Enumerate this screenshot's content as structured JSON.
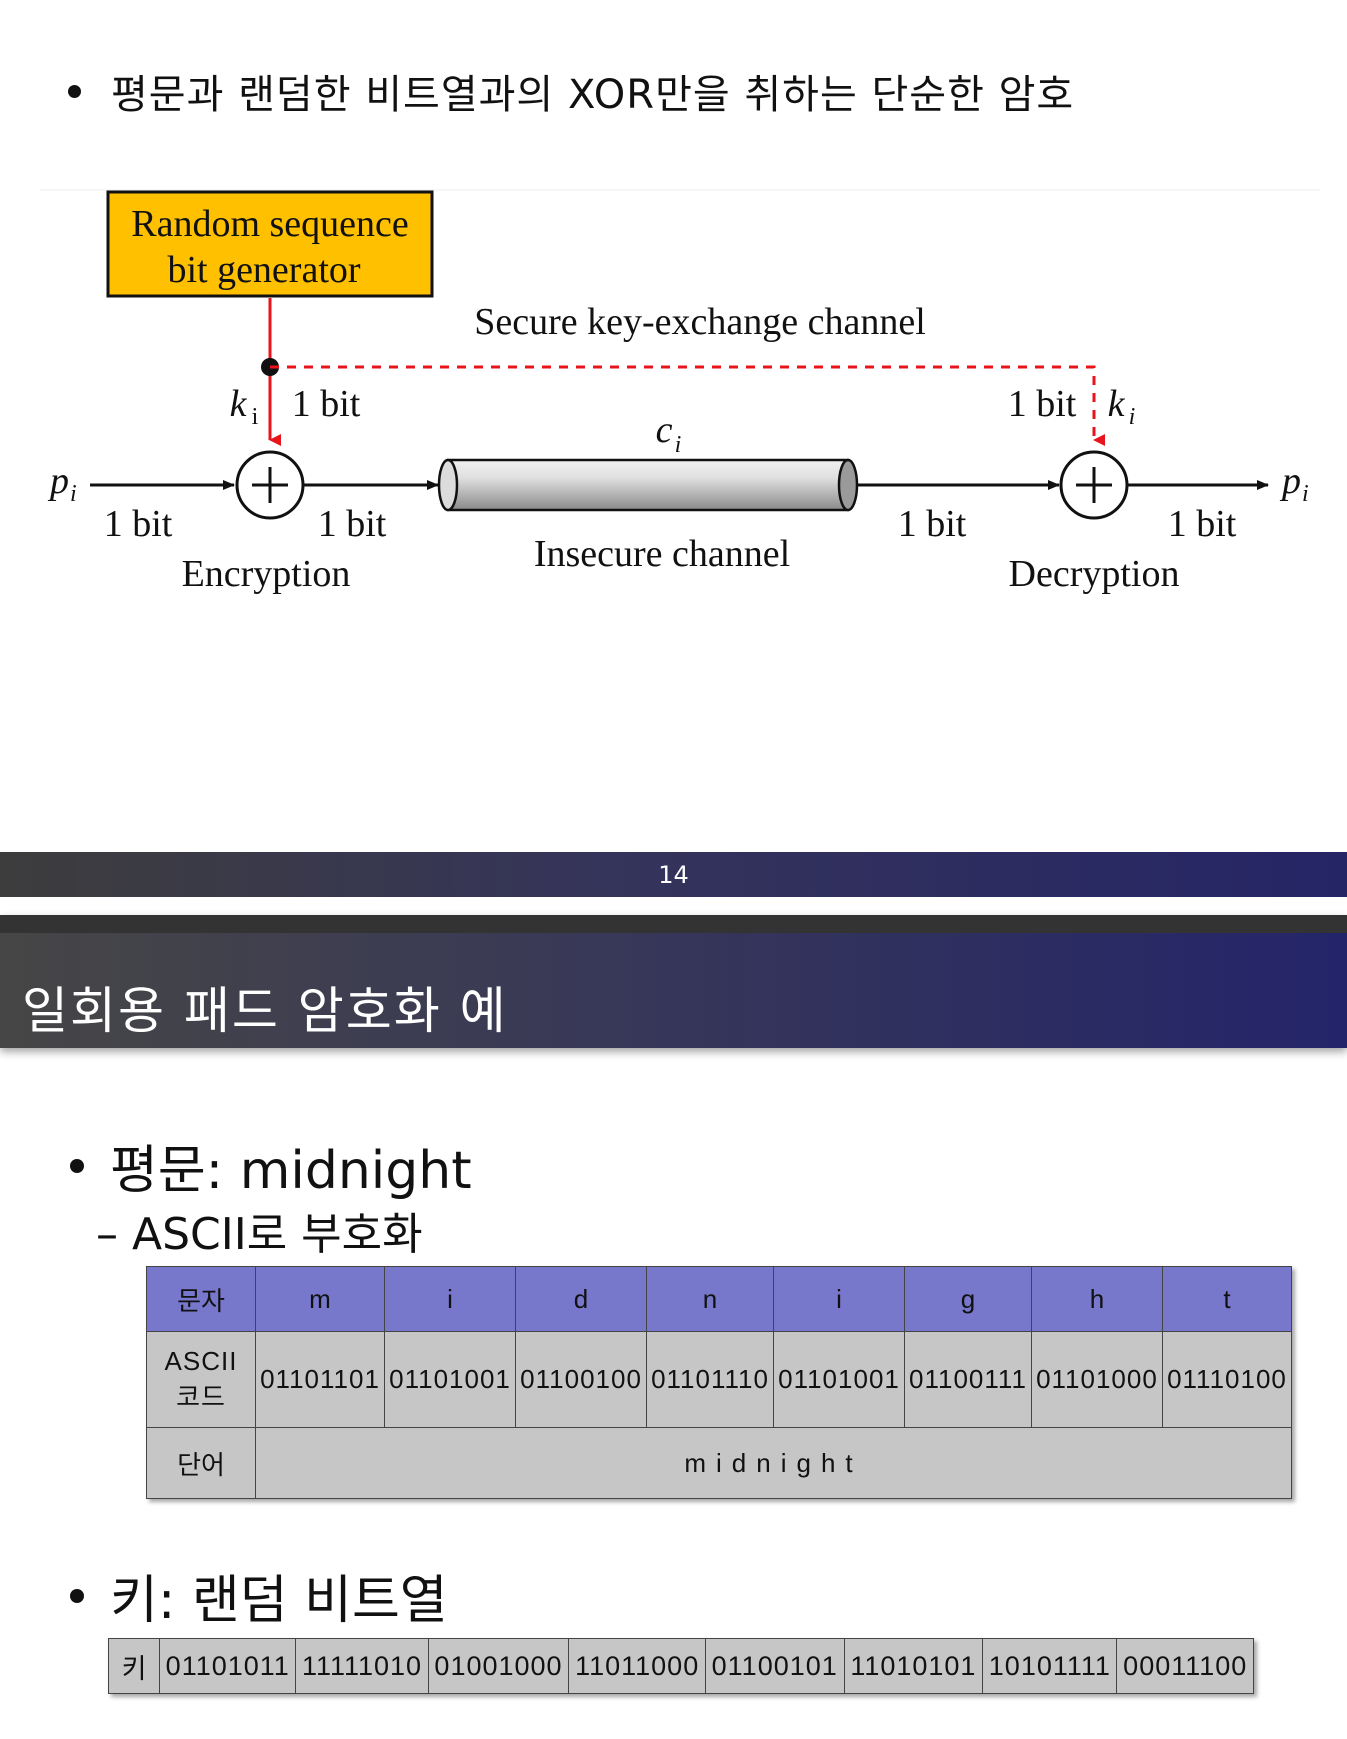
{
  "slide14": {
    "bullet": "평문과 랜덤한 비트열과의 XOR만을 취하는 단순한 암호",
    "diagram": {
      "generator_line1": "Random sequence",
      "generator_line2": "bit generator",
      "secure_channel": "Secure key-exchange channel",
      "insecure_channel": "Insecure channel",
      "encryption": "Encryption",
      "decryption": "Decryption",
      "bit_label": "1 bit",
      "p_var": "p",
      "k_var": "k",
      "c_var": "c",
      "sub_i": "i",
      "generator_color": "#ffc000",
      "key_line_color": "#e8141c"
    },
    "page_number": "14"
  },
  "slide15": {
    "title": "일회용 패드 암호화 예",
    "plaintext_bullet": "평문: midnight",
    "sub_bullet": "– ASCII로 부호화",
    "table": {
      "header_label": "문자",
      "letters": [
        "m",
        "i",
        "d",
        "n",
        "i",
        "g",
        "h",
        "t"
      ],
      "code_label_line1": "ASCII",
      "code_label_line2": "코드",
      "codes": [
        "01101101",
        "01101001",
        "01100100",
        "01101110",
        "01101001",
        "01100111",
        "01101000",
        "01110100"
      ],
      "word_label": "단어",
      "word": "midnight",
      "header_color": "#7777cc",
      "cell_color": "#c6c6c6"
    },
    "key_bullet": "키: 랜덤 비트열",
    "key_table": {
      "label": "키",
      "bits": [
        "01101011",
        "11111010",
        "01001000",
        "11011000",
        "01100101",
        "11010101",
        "10101111",
        "00011100"
      ]
    }
  }
}
